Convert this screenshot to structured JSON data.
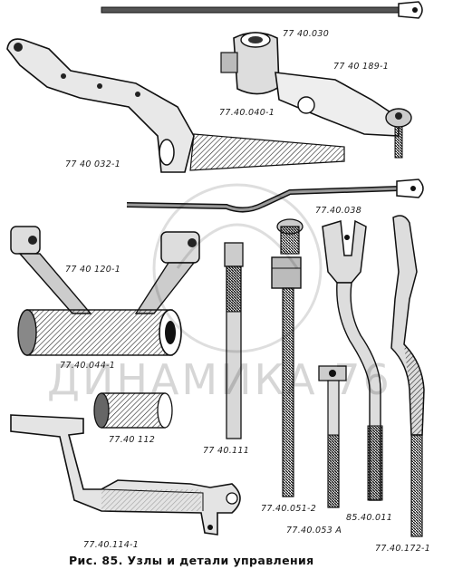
{
  "figure": {
    "caption": "Рис. 85. Узлы и детали управления",
    "watermark": "ДИНАМИКА 76",
    "parts": [
      {
        "label": "77 40.030"
      },
      {
        "label": "77 40 189-1"
      },
      {
        "label": "77.40.040-1"
      },
      {
        "label": "77 40 032-1"
      },
      {
        "label": "77.40.038"
      },
      {
        "label": "77 40 120-1"
      },
      {
        "label": "77.40.044-1"
      },
      {
        "label": "77.40 112"
      },
      {
        "label": "77 40.111"
      },
      {
        "label": "77.40.051-2"
      },
      {
        "label": "85.40.011"
      },
      {
        "label": "77.40.053 A"
      },
      {
        "label": "77.40.114-1"
      },
      {
        "label": "77.40.172-1"
      }
    ]
  }
}
